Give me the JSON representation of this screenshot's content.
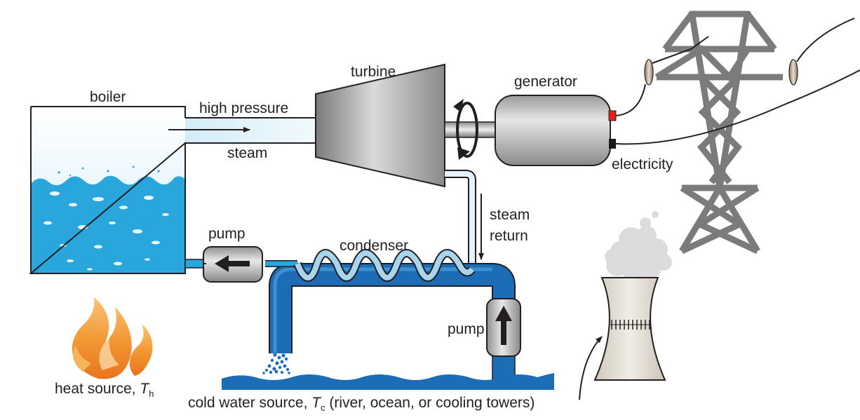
{
  "labels": {
    "boiler": "boiler",
    "high_pressure": "high pressure",
    "steam": "steam",
    "turbine": "turbine",
    "generator": "generator",
    "electricity": "electricity",
    "steam_return_line1": "steam",
    "steam_return_line2": "return",
    "pump_left": "pump",
    "condenser": "condenser",
    "pump_right": "pump",
    "heat_source_prefix": "heat source, ",
    "heat_source_symbol": "T",
    "heat_source_subscript": "h",
    "cold_source_prefix": "cold water source, ",
    "cold_source_symbol": "T",
    "cold_source_subscript": "c",
    "cold_source_suffix": " (river, ocean, or cooling towers)"
  },
  "colors": {
    "water": "#29a6dc",
    "water_light": "#bfe4f4",
    "pipe_dark": "#1c6db5",
    "coil": "#a8d5ee",
    "steel": "#8c8c8c",
    "tower": "#e6e2da",
    "flame": "#f08a24",
    "terminal_positive": "#e2231a",
    "terminal_negative": "#1a1a1a"
  },
  "icons": [
    "flame-icon",
    "arrow-left-icon",
    "arrow-up-icon",
    "rotation-arrow-icon",
    "cooling-tower-icon",
    "transmission-tower-icon"
  ]
}
